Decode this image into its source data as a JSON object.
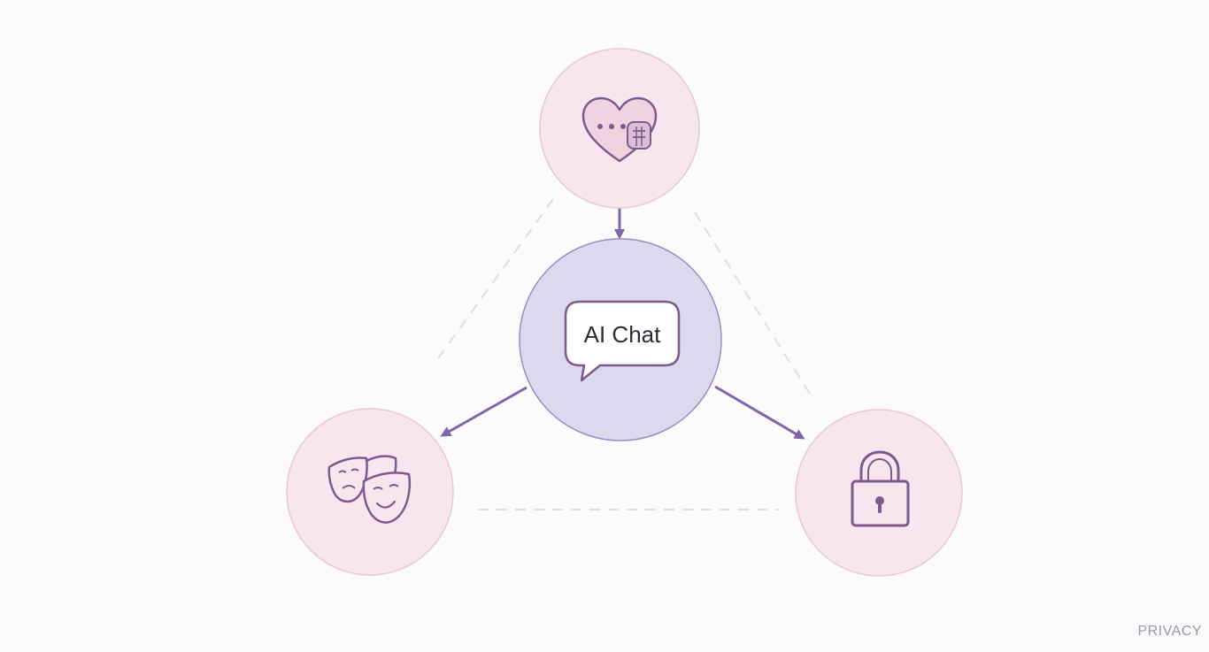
{
  "diagram": {
    "center_node": {
      "label": "AI Chat",
      "icon": "speech-bubble-icon"
    },
    "nodes": [
      {
        "id": "companionship",
        "icon": "heart-chat-icon"
      },
      {
        "id": "roleplay",
        "icon": "theater-masks-icon"
      },
      {
        "id": "privacy",
        "icon": "padlock-icon"
      }
    ],
    "corner_label": "PRIVACY"
  },
  "colors": {
    "background": "#fcfbfc",
    "node_fill": "#f8e6ee",
    "node_stroke": "#e6c8d6",
    "center_fill": "#dcd8ee",
    "center_stroke": "#9d8cc0",
    "arrow": "#7e66a8",
    "icon_stroke": "#7d5a8c",
    "dashed_line": "#dedde3",
    "corner_text": "#9a97ad"
  }
}
